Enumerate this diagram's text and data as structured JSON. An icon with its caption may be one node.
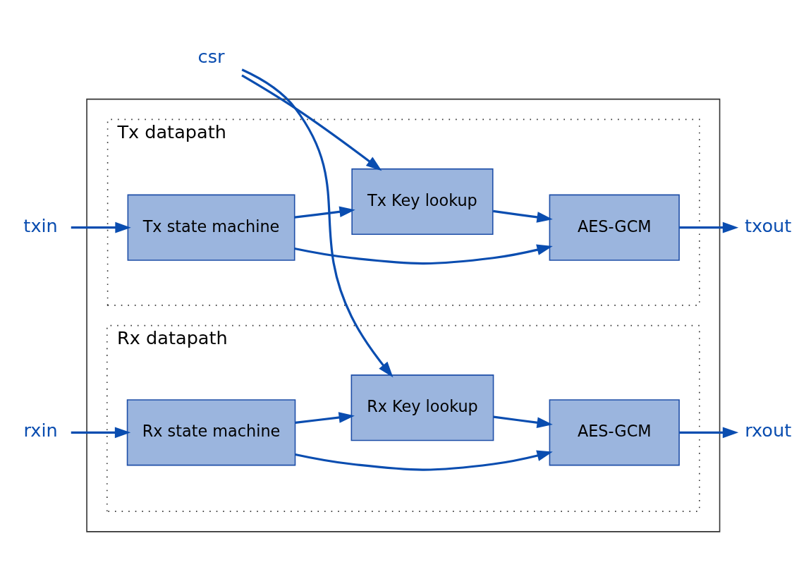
{
  "diagram": {
    "nodes": [
      {
        "text": [],
        "shape": "box"
      },
      {
        "text": [
          "Tx datapath"
        ],
        "in": 0
      },
      {
        "text": [
          "Tx state machine"
        ],
        "in": 1
      },
      {
        "text": [
          "AES-GCM"
        ],
        "in": 1
      },
      {
        "text": [
          "Tx Key lookup"
        ],
        "in": 1
      },
      {
        "text": [
          "Rx datapath"
        ],
        "in": 0
      },
      {
        "text": [
          "Rx Key lookup"
        ],
        "in": 5
      },
      {
        "text": [
          "AES-GCM"
        ],
        "in": 5
      },
      {
        "text": [
          "Rx state machine"
        ],
        "in": 5
      },
      {
        "text": [
          "txin"
        ]
      },
      {
        "text": [
          "txout"
        ]
      },
      {
        "text": [
          "csr"
        ]
      },
      {
        "text": [
          "rxout"
        ]
      },
      {
        "text": [
          "rxin"
        ]
      }
    ],
    "edges": [
      {
        "from": 9,
        "to": 2,
        "arrow": "to"
      },
      {
        "from": 2,
        "to": 3,
        "arrow": "to"
      },
      {
        "from": 2,
        "to": 4,
        "arrow": "to"
      },
      {
        "from": 4,
        "to": 3,
        "arrow": "to"
      },
      {
        "from": 3,
        "to": 10,
        "arrow": "to"
      },
      {
        "from": 11,
        "to": 4,
        "arrow": "to"
      },
      {
        "from": 11,
        "to": 6,
        "arrow": "to"
      },
      {
        "from": 6,
        "to": 7,
        "arrow": "to"
      },
      {
        "from": 8,
        "to": 6,
        "arrow": "to"
      },
      {
        "from": 8,
        "to": 7,
        "arrow": "to"
      },
      {
        "from": 7,
        "to": 12,
        "arrow": "to"
      },
      {
        "from": 13,
        "to": 8,
        "arrow": "to"
      }
    ]
  }
}
